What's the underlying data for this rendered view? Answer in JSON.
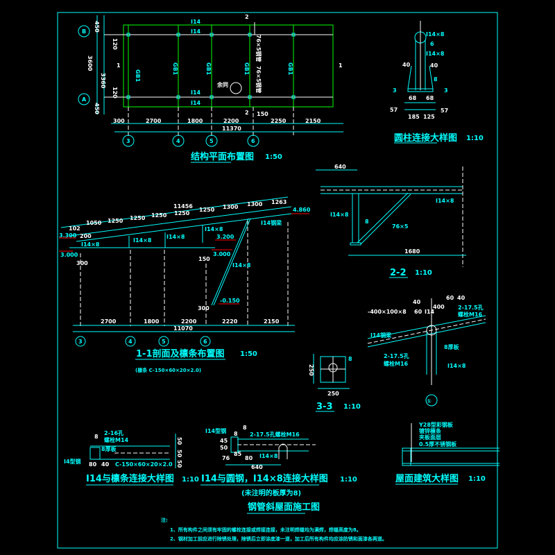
{
  "colors": {
    "background": "#000000",
    "primary": "#00ffff",
    "secondary": "#ffffff",
    "beam": "#00ff00",
    "elevation": "#ff0000"
  },
  "plan": {
    "title": "结构平面布置图",
    "scale": "1:50",
    "beams": [
      "I14",
      "I14",
      "I14",
      "I14"
    ],
    "purlins": [
      "GB1",
      "GB1",
      "GB1",
      "GB1",
      "GB1"
    ],
    "diag": [
      "76×5钢管",
      "76×5钢管"
    ],
    "same": "余同",
    "section_marks": [
      "1",
      "1",
      "2",
      "2"
    ],
    "axes": [
      "B",
      "A",
      "3",
      "4",
      "5",
      "6"
    ],
    "left_dims": [
      "450",
      "120",
      "3600",
      "3360",
      "120",
      "450"
    ],
    "dims": [
      "300",
      "2700",
      "1800",
      "2200",
      "2250",
      "2150",
      "11370",
      "150"
    ]
  },
  "section11": {
    "title": "1-1剖面及檩条布置图",
    "scale": "1:50",
    "subtitle": "(檩条 C-150×60×20×2.0)",
    "top_dims": [
      "102",
      "1050",
      "1250",
      "1250",
      "1250",
      "1250",
      "1250",
      "1300",
      "1300",
      "1263",
      "11456"
    ],
    "labels": [
      "I14×8",
      "I14×8",
      "I14×8",
      "I14×8",
      "I14钢梁",
      "I14×8"
    ],
    "elevations": [
      "3.300",
      "3.000",
      "3.200",
      "3.000",
      "4.860",
      "-0.150"
    ],
    "small_dims": [
      "200",
      "300",
      "150",
      "300"
    ],
    "dims": [
      "2700",
      "1800",
      "2200",
      "2220",
      "2150",
      "11070"
    ],
    "axes": [
      "3",
      "4",
      "5",
      "6"
    ]
  },
  "column_detail": {
    "title": "圆柱连接大样图",
    "scale": "1:10",
    "labels": [
      "I14×8",
      "6",
      "I14×8",
      "40",
      "40",
      "8",
      "3",
      "3",
      "68",
      "68",
      "57",
      "57",
      "185",
      "125"
    ]
  },
  "section22": {
    "title": "2-2",
    "scale": "1:10",
    "labels": [
      "640",
      "I14×8",
      "I14×8",
      "76×5",
      "1680",
      "8"
    ]
  },
  "section33": {
    "title": "3-3",
    "scale": "1:10",
    "labels": [
      "250",
      "250",
      "8"
    ]
  },
  "detail1": {
    "mark": "①",
    "labels": [
      "-400×100×8",
      "40",
      "60",
      "I14",
      "400",
      "60",
      "40",
      "2-17.5孔",
      "螺栓M16",
      "I14钢梁",
      "2-17.5孔",
      "螺栓M16",
      "8厚板",
      "I14×8"
    ]
  },
  "detail_purlin": {
    "title": "I14与檩条连接大样图",
    "scale": "1:10",
    "labels": [
      "2-16孔",
      "螺栓M14",
      "8厚板",
      "I4型钢",
      "80",
      "40",
      "C-150×60×20×2.0",
      "50",
      "50",
      "50",
      "8"
    ]
  },
  "detail_round": {
    "title": "I14与圆钢，I14×8连接大样图",
    "scale": "1:10",
    "labels": [
      "I14型钢",
      "8",
      "8",
      "2-17.5孔螺栓M16",
      "I14×8",
      "76",
      "85",
      "80",
      "640",
      "45",
      "50"
    ]
  },
  "detail_roof": {
    "title": "屋面建筑大样图",
    "scale": "1:10",
    "layers": [
      "Y28型彩钢板",
      "镀锌檩条",
      "夹板面层",
      "0.5厚不锈钢板"
    ]
  },
  "footer": {
    "plate_note": "(未注明的板厚为8)",
    "drawing_title": "钢管斜屋面施工图",
    "notes_label": "注:",
    "notes": [
      "1、所有构件之间须有牢固的螺栓连接或焊接连接，未注明焊缝均为满焊，焊缝高度为8。",
      "2、钢材加工前应进行除锈处理，除锈后立即涂底漆一道，加工后所有构件均应涂防锈和面漆各两道。"
    ]
  }
}
